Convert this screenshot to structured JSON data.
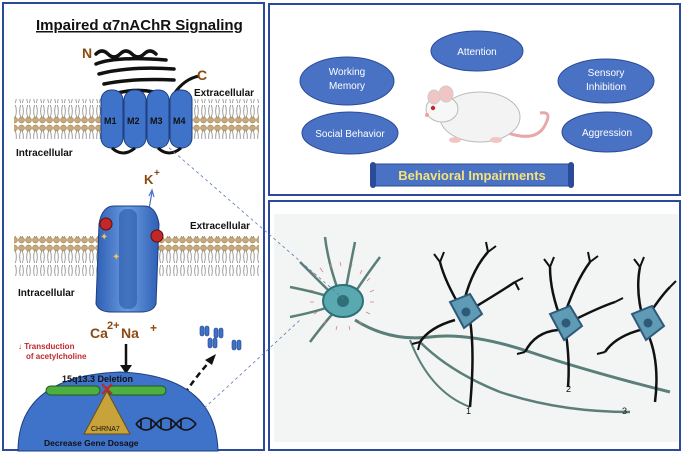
{
  "left": {
    "title": "Impaired α7nAChR Signaling",
    "n_label": "N",
    "c_label": "C",
    "extracellular_1": "Extracellular",
    "intracellular_1": "Intracellular",
    "m1": "M1",
    "m2": "M2",
    "m3": "M3",
    "m4": "M4",
    "k_ion": "K",
    "k_charge": "+",
    "extracellular_2": "Extracellular",
    "intracellular_2": "Intracellular",
    "ca_ion": "Ca",
    "ca_charge": "2+",
    "na_ion": "Na",
    "na_charge": "+",
    "transduction_line1": "↓ Transduction",
    "transduction_line2": "of acetylcholine",
    "deletion_label": "15q13.3 Deletion",
    "gene_label": "CHRNA7",
    "dosage_label": "Decrease Gene Dosage"
  },
  "behavior": {
    "items": [
      "Working Memory",
      "Attention",
      "Sensory Inhibition",
      "Social Behavior",
      "Aggression"
    ],
    "banner": "Behavioral Impairments"
  },
  "neurons": {
    "labels": [
      "1",
      "2",
      "3"
    ]
  },
  "colors": {
    "border": "#2b4a9a",
    "ellipse_fill": "#4a72c4",
    "ellipse_stroke": "#2b4a9a",
    "membrane_head": "#c7a97a",
    "channel_blue": "#3f72c9",
    "ion_brown": "#8a4a12",
    "banner_text": "#f4e27a",
    "alert_red": "#c0282a"
  }
}
